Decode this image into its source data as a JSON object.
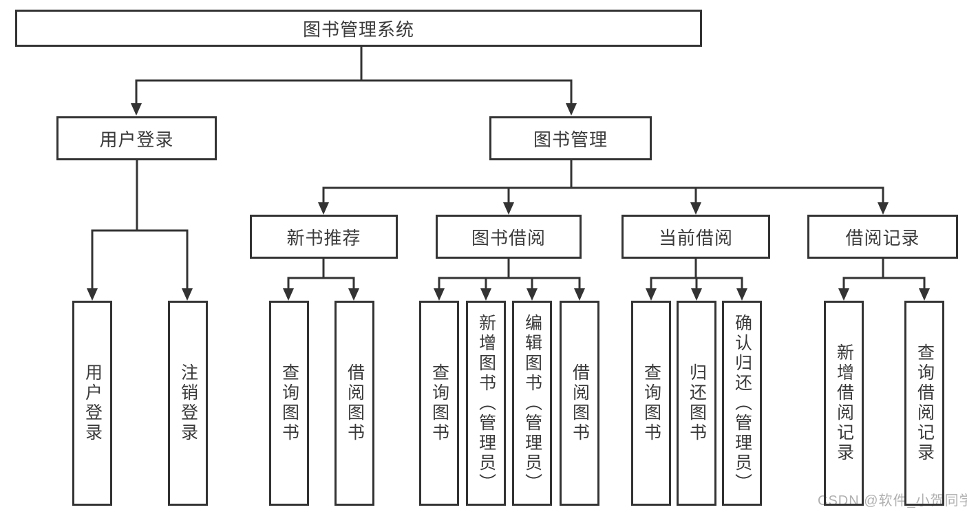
{
  "page": {
    "background_color": "#ffffff",
    "line_color": "#333333",
    "text_color": "#3a3a3a"
  },
  "tree": {
    "root": {
      "label": "图书管理系统"
    },
    "children": [
      {
        "label": "用户登录",
        "children": [
          {
            "label": "用户登录"
          },
          {
            "label": "注销登录"
          }
        ]
      },
      {
        "label": "图书管理",
        "children": [
          {
            "label": "新书推荐",
            "children": [
              {
                "label": "查询图书"
              },
              {
                "label": "借阅图书"
              }
            ]
          },
          {
            "label": "图书借阅",
            "children": [
              {
                "label": "查询图书"
              },
              {
                "label": "新增图书（管理员）"
              },
              {
                "label": "编辑图书（管理员）"
              },
              {
                "label": "借阅图书"
              }
            ]
          },
          {
            "label": "当前借阅",
            "children": [
              {
                "label": "查询图书"
              },
              {
                "label": "归还图书"
              },
              {
                "label": "确认归还（管理员）"
              }
            ]
          },
          {
            "label": "借阅记录",
            "children": [
              {
                "label": "新增借阅记录"
              },
              {
                "label": "查询借阅记录"
              }
            ]
          }
        ]
      }
    ]
  },
  "watermark": {
    "text": "CSDN @软件_小贺同学",
    "color": "#b0b0b0"
  }
}
